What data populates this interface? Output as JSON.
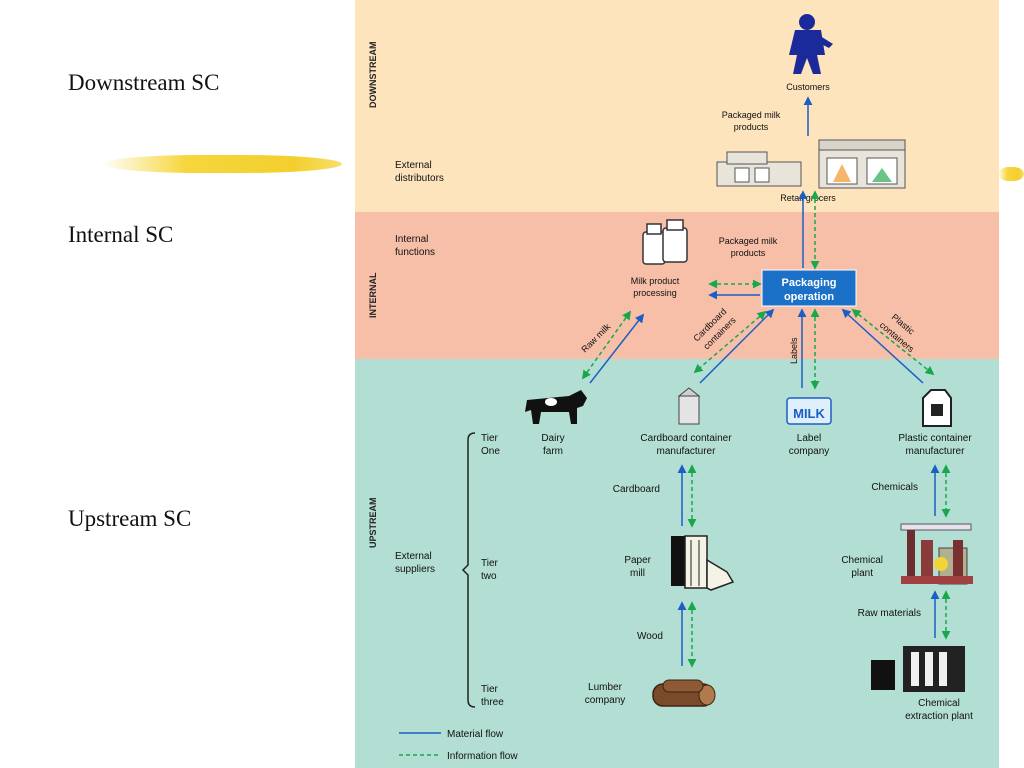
{
  "slide": {
    "labels": [
      "Downstream SC",
      "Internal SC",
      "Upstream SC"
    ]
  },
  "colors": {
    "downstream_band": "#fde4bd",
    "internal_band": "#f7bfa8",
    "upstream_band": "#b3ded3",
    "material_flow": "#1b5fc4",
    "information_flow": "#18a84a",
    "packaging_box": "#1b70c8",
    "brush_yellow": "#f4d33a"
  },
  "bands": {
    "downstream": "DOWNSTREAM",
    "internal": "INTERNAL",
    "upstream": "UPSTREAM"
  },
  "nodes": {
    "customers": "Customers",
    "packaged_milk_products_top_1": "Packaged milk",
    "packaged_milk_products_top_2": "products",
    "external_distributors_1": "External",
    "external_distributors_2": "distributors",
    "retail_grocers": "Retail grocers",
    "internal_functions_1": "Internal",
    "internal_functions_2": "functions",
    "packaged_milk_products_mid_1": "Packaged milk",
    "packaged_milk_products_mid_2": "products",
    "milk_product_processing_1": "Milk product",
    "milk_product_processing_2": "processing",
    "packaging_operation_1": "Packaging",
    "packaging_operation_2": "operation",
    "raw_milk": "Raw milk",
    "cardboard_containers_1": "Cardboard",
    "cardboard_containers_2": "containers",
    "labels": "Labels",
    "plastic_containers_1": "Plastic",
    "plastic_containers_2": "containers",
    "tier_one_1": "Tier",
    "tier_one_2": "One",
    "dairy_farm_1": "Dairy",
    "dairy_farm_2": "farm",
    "cardboard_mfr_1": "Cardboard container",
    "cardboard_mfr_2": "manufacturer",
    "label_company_1": "Label",
    "label_company_2": "company",
    "plastic_mfr_1": "Plastic container",
    "plastic_mfr_2": "manufacturer",
    "cardboard": "Cardboard",
    "chemicals": "Chemicals",
    "external_suppliers_1": "External",
    "external_suppliers_2": "suppliers",
    "tier_two_1": "Tier",
    "tier_two_2": "two",
    "paper_mill_1": "Paper",
    "paper_mill_2": "mill",
    "chemical_plant_1": "Chemical",
    "chemical_plant_2": "plant",
    "raw_materials": "Raw materials",
    "wood": "Wood",
    "tier_three_1": "Tier",
    "tier_three_2": "three",
    "lumber_company_1": "Lumber",
    "lumber_company_2": "company",
    "chemical_extraction_1": "Chemical",
    "chemical_extraction_2": "extraction plant",
    "milk_carton_text": "MILK"
  },
  "legend": {
    "material_flow": "Material flow",
    "information_flow": "Information flow"
  }
}
